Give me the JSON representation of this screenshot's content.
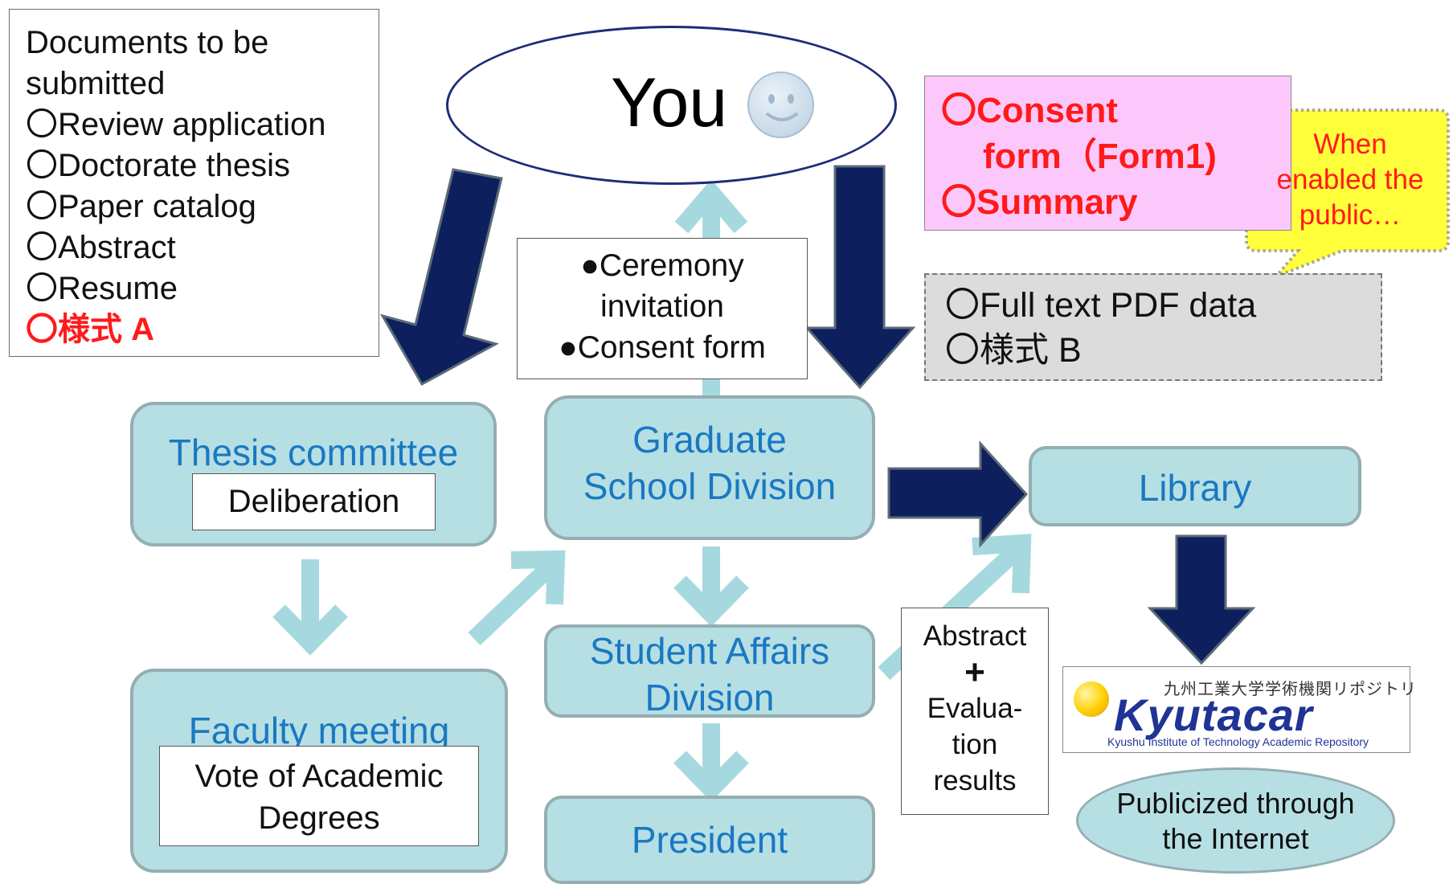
{
  "docs": {
    "title_line1": "Documents to be",
    "title_line2": "submitted",
    "items": [
      "〇Review application",
      "〇Doctorate thesis",
      "〇Paper catalog",
      "〇Abstract",
      "〇Resume"
    ],
    "item_red": "〇様式 A"
  },
  "you": {
    "label": "You"
  },
  "ceremony": {
    "line1": "●Ceremony",
    "line2": "invitation",
    "line3": "●Consent form"
  },
  "consent": {
    "line1": "〇Consent",
    "line2": "form（Form1)",
    "line3": "〇Summary"
  },
  "callout": {
    "line1": "When",
    "line2": "enabled the",
    "line3": "public…"
  },
  "fulltext": {
    "line1": "〇Full text PDF data",
    "line2": "〇様式 B"
  },
  "nodes": {
    "thesis": "Thesis committee",
    "thesis_sub": "Deliberation",
    "graduate_line1": "Graduate",
    "graduate_line2": "School Division",
    "library": "Library",
    "student_line1": "Student Affairs",
    "student_line2": "Division",
    "faculty": "Faculty meeting",
    "faculty_sub_line1": "Vote of Academic",
    "faculty_sub_line2": "Degrees",
    "president": "President"
  },
  "abstract_box": {
    "line1": "Abstract",
    "plus": "+",
    "line2": "Evalua-",
    "line3": "tion",
    "line4": "results"
  },
  "logo": {
    "jp": "九州工業大学学術機関リポジトリ",
    "main": "Kyutacar",
    "sub": "Kyushu Institute of Technology Academic Repository"
  },
  "internet": {
    "line1": "Publicized through",
    "line2": "the Internet"
  },
  "colors": {
    "dark_arrow": "#0d1f5c",
    "light_arrow": "#a6d9df",
    "node_fill": "#b6dfe4",
    "node_text": "#1a78c2",
    "red": "#ff1a1a"
  }
}
